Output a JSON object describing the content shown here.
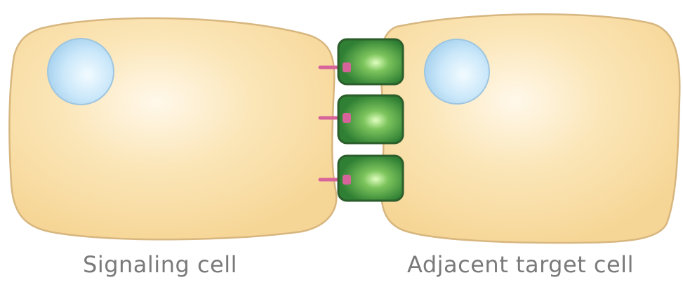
{
  "labels": {
    "signaling_cell": "Signaling cell",
    "target_cell": "Adjacent target cell"
  },
  "colors": {
    "cell_fill": "#f8dda0",
    "cell_highlight": "#fff8ea",
    "cell_outline": "#d7b67f",
    "nucleus_fill": "#bfe2f8",
    "nucleus_outline": "#9fc6e0",
    "receptor_fill": "#3f9a3f",
    "receptor_outline": "#2b5e2b",
    "receptor_highlight": "#c6f0a0",
    "ligand": "#d6649a",
    "caption_text": "#7a7a7a"
  },
  "receptor_count": 3
}
